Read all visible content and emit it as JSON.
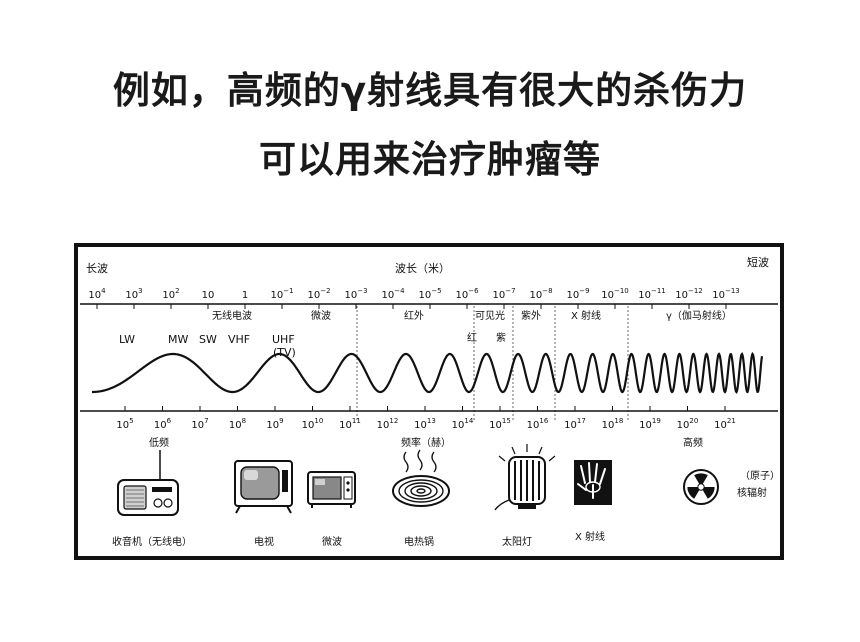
{
  "title": {
    "line1": "例如，高频的γ射线具有很大的杀伤力",
    "line2": "可以用来治疗肿瘤等"
  },
  "diagram": {
    "long_wave": "长波",
    "short_wave": "短波",
    "wavelength_label": "波长（米）",
    "wavelength_ticks": [
      {
        "base": "10",
        "exp": "4"
      },
      {
        "base": "10",
        "exp": "3"
      },
      {
        "base": "10",
        "exp": "2"
      },
      {
        "base": "10",
        "exp": ""
      },
      {
        "base": "1",
        "exp": ""
      },
      {
        "base": "10",
        "exp": "−1"
      },
      {
        "base": "10",
        "exp": "−2"
      },
      {
        "base": "10",
        "exp": "−3"
      },
      {
        "base": "10",
        "exp": "−4"
      },
      {
        "base": "10",
        "exp": "−5"
      },
      {
        "base": "10",
        "exp": "−6"
      },
      {
        "base": "10",
        "exp": "−7"
      },
      {
        "base": "10",
        "exp": "−8"
      },
      {
        "base": "10",
        "exp": "−9"
      },
      {
        "base": "10",
        "exp": "−10"
      },
      {
        "base": "10",
        "exp": "−11"
      },
      {
        "base": "10",
        "exp": "−12"
      },
      {
        "base": "10",
        "exp": "−13"
      }
    ],
    "band_labels": {
      "radio": "无线电波",
      "microwave": "微波",
      "infrared": "红外",
      "visible": "可见光",
      "ultraviolet": "紫外",
      "xray": "X 射线",
      "gamma": "γ（伽马射线）"
    },
    "sub_labels": {
      "lw": "LW",
      "mw": "MW",
      "sw": "SW",
      "vhf": "VHF",
      "uhf": "UHF",
      "tv": "(TV)",
      "red": "红",
      "violet": "紫"
    },
    "frequency_ticks": [
      {
        "base": "10",
        "exp": "5"
      },
      {
        "base": "10",
        "exp": "6"
      },
      {
        "base": "10",
        "exp": "7"
      },
      {
        "base": "10",
        "exp": "8"
      },
      {
        "base": "10",
        "exp": "9"
      },
      {
        "base": "10",
        "exp": "10"
      },
      {
        "base": "10",
        "exp": "11"
      },
      {
        "base": "10",
        "exp": "12"
      },
      {
        "base": "10",
        "exp": "13"
      },
      {
        "base": "10",
        "exp": "14"
      },
      {
        "base": "10",
        "exp": "15"
      },
      {
        "base": "10",
        "exp": "16"
      },
      {
        "base": "10",
        "exp": "17"
      },
      {
        "base": "10",
        "exp": "18"
      },
      {
        "base": "10",
        "exp": "19"
      },
      {
        "base": "10",
        "exp": "20"
      },
      {
        "base": "10",
        "exp": "21"
      }
    ],
    "frequency_label": "频率（赫）",
    "low_freq": "低频",
    "high_freq": "高频",
    "devices": {
      "radio": "收音机（无线电）",
      "tv": "电视",
      "microwave_oven": "微波",
      "heater": "电热锅",
      "sunlamp": "太阳灯",
      "xray": "X 射线",
      "atom_l1": "（原子）",
      "atom_l2": "核辐射"
    }
  }
}
